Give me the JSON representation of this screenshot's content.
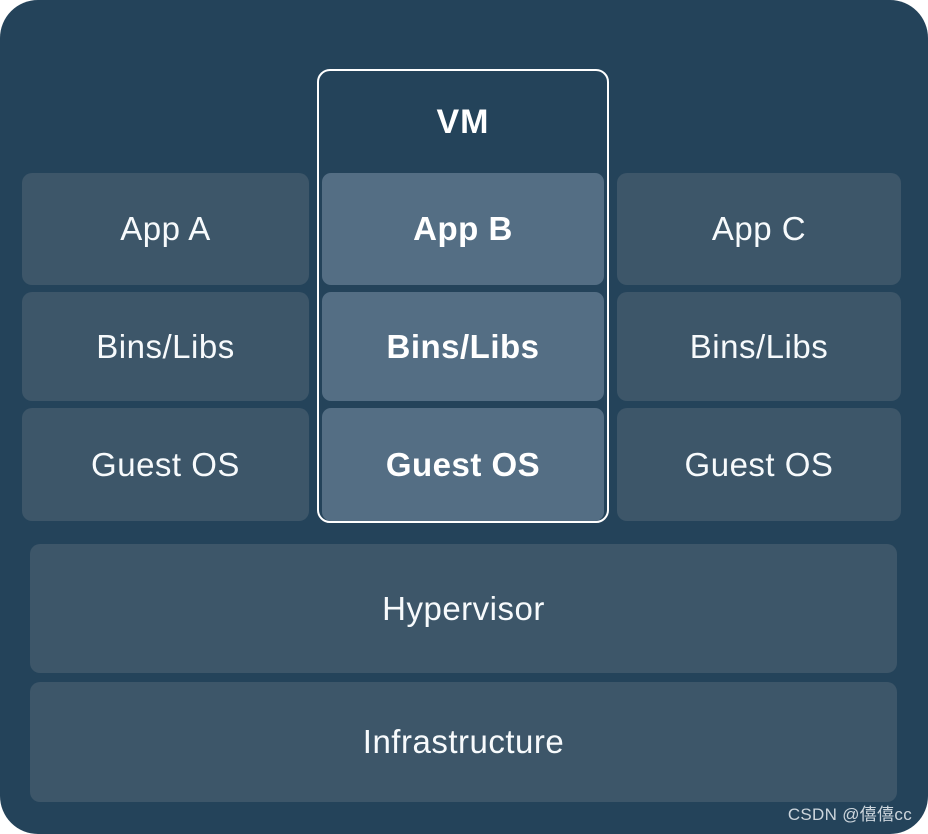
{
  "diagram": {
    "type": "vm-architecture-stack",
    "vm": {
      "label": "VM"
    },
    "columns": {
      "left": {
        "app": "App A",
        "bins": "Bins/Libs",
        "os": "Guest OS",
        "highlighted": false
      },
      "middle": {
        "app": "App B",
        "bins": "Bins/Libs",
        "os": "Guest OS",
        "highlighted": true
      },
      "right": {
        "app": "App C",
        "bins": "Bins/Libs",
        "os": "Guest OS",
        "highlighted": false
      }
    },
    "layers": {
      "hypervisor": "Hypervisor",
      "infrastructure": "Infrastructure"
    }
  },
  "watermark": "CSDN @僖僖cc",
  "colors": {
    "page_background": "#ffffff",
    "board_background": "#24435a",
    "cell_background": "#3d5669",
    "vm_cell_background": "#546e84",
    "vm_border": "#ffffff",
    "text": "#f7fafc",
    "watermark_text": "#e4e9ee"
  }
}
